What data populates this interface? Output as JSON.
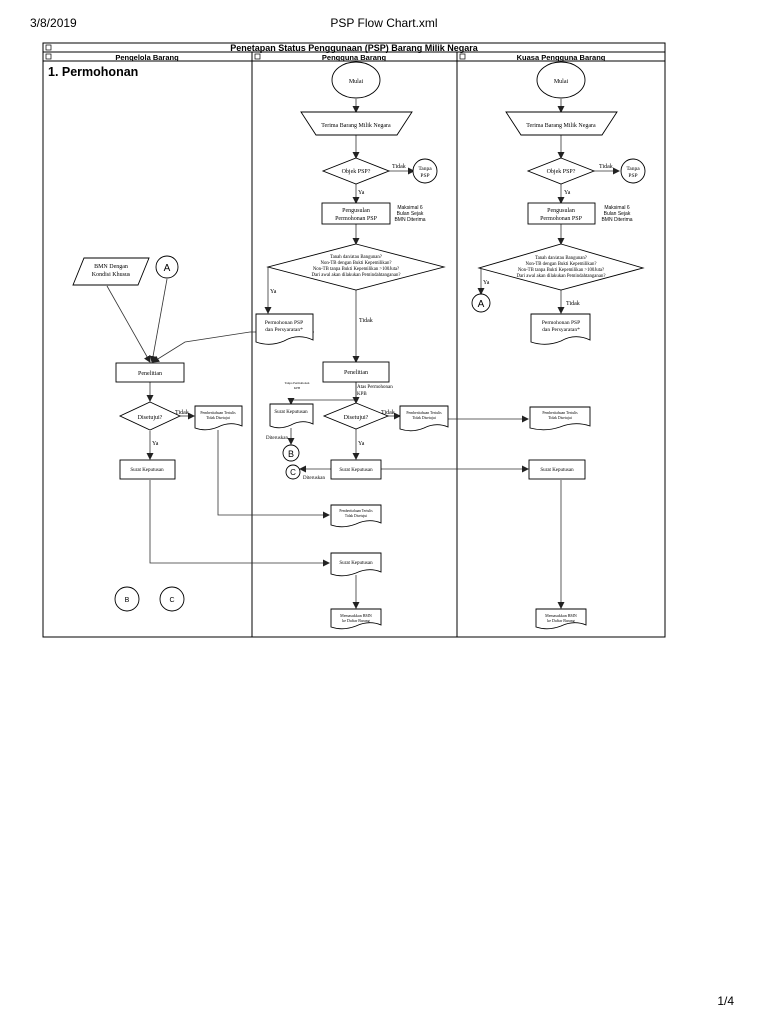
{
  "header": {
    "date": "3/8/2019",
    "title": "PSP Flow Chart.xml",
    "page": "1/4"
  },
  "diagram": {
    "title": "Penetapan Status Penggunaan (PSP) Barang Milik Negara",
    "section_title": "1. Permohonan",
    "lanes": [
      "Pengelola Barang",
      "Pengguna Barang",
      "Kuasa Pengguna Barang"
    ],
    "mid": {
      "start": "Mulai",
      "receive": "Terima Barang Milik Negara",
      "q_object": "Objek PSP?",
      "no_psp": [
        "Tanpa",
        "PSP"
      ],
      "prep": [
        "Pengusulan",
        "Permohonan PSP"
      ],
      "prep_note": [
        "Maksimal 6",
        "Bulan Sejak",
        "BMN Diterima"
      ],
      "q_big": [
        "Tanah dan/atau Bangunan?",
        "Non-TB dengan Bukti Kepemilikan?",
        "Non-TB tanpa Bukti Kepemilikan >100Juta?",
        "Dari awal akan dilakukan Pemindahtanganan?"
      ],
      "request_doc": [
        "Permohonan PSP",
        "dan Persyaratan*"
      ],
      "research": "Penelitian",
      "small_note": [
        "Tanpa Permohonan",
        "KPB"
      ],
      "req_note": [
        "Atas Permohonan",
        "KPB"
      ],
      "q_approved": "Disetujui?",
      "decree_doc": "Surat Keputusan",
      "notice_doc": [
        "Pemberitahuan Tertulis",
        "Tidak Disetujui"
      ],
      "decree_result": "Surat Keputusan",
      "notice_bottom": [
        "Pemberitahuan Tertulis",
        "Tidak Disetujui"
      ],
      "decree_bottom": "Surat Keputusan",
      "register": [
        "Memasukkan BMN",
        "ke Daftar Barang"
      ]
    },
    "left": {
      "special": [
        "BMN Dengan",
        "Kondisi Khusus"
      ],
      "research": "Penelitian",
      "q_approved": "Disetujui?",
      "notice_doc": [
        "Pemberitahuan Tertulis",
        "Tidak Disetujui"
      ],
      "decree": "Surat Keputusan"
    },
    "right": {
      "start": "Mulai",
      "receive": "Terima Barang Milik Negara",
      "q_object": "Objek PSP?",
      "no_psp": [
        "Tanpa",
        "PSP"
      ],
      "prep": [
        "Pengusulan",
        "Permohonan PSP"
      ],
      "prep_note": [
        "Maksimal 6",
        "Bulan Sejak",
        "BMN Diterima"
      ],
      "q_big": [
        "Tanah dan/atau Bangunan?",
        "Non-TB dengan Bukti Kepemilikan?",
        "Non-TB tanpa Bukti Kepemilikan >100Juta?",
        "Dari awal akan dilakukan Pemindahtanganan?"
      ],
      "request_doc": [
        "Permohonan PSP",
        "dan Persyaratan*"
      ],
      "notice_doc": [
        "Pemberitahuan Tertulis",
        "Tidak Disetujui"
      ],
      "decree": "Surat Keputusan",
      "register": [
        "Memasukkan BMN",
        "ke Daftar Barang"
      ]
    },
    "labels": {
      "yes": "Ya",
      "no": "Tidak",
      "forwarded": "Diteruskan"
    },
    "connectors": {
      "a": "A",
      "b": "B",
      "c": "C"
    }
  }
}
